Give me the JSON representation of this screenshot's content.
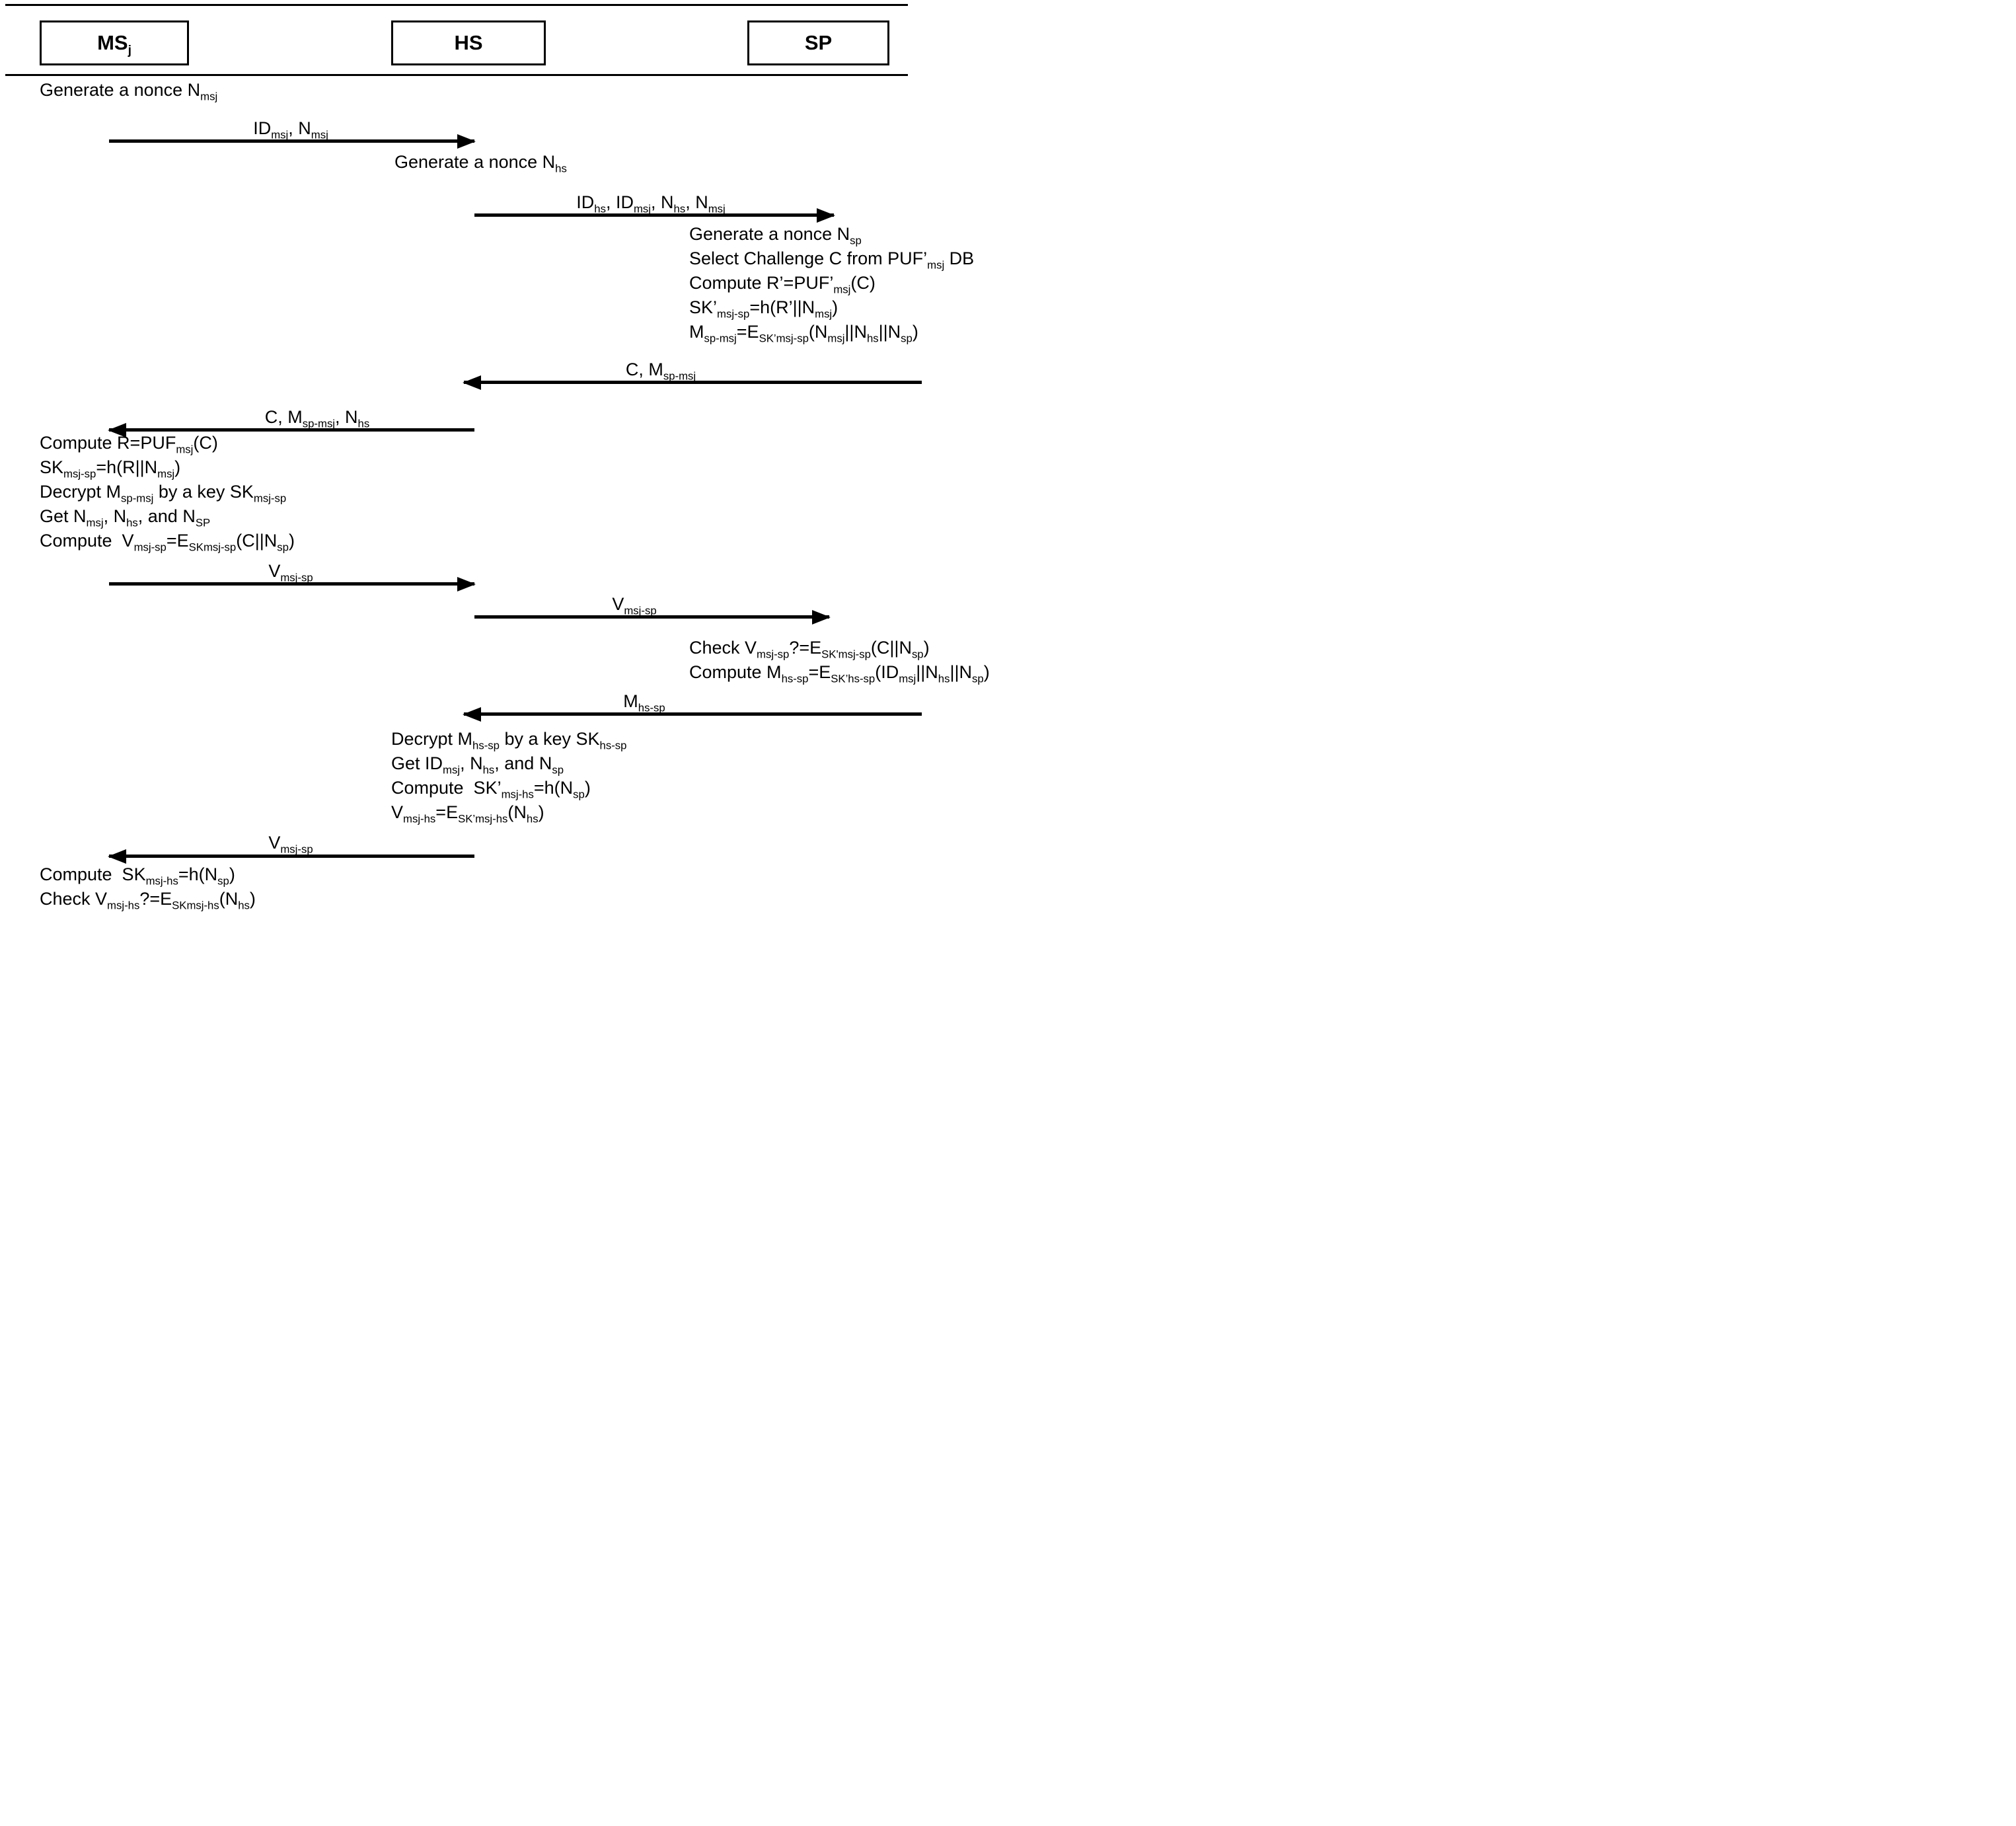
{
  "colors": {
    "ink": "#000000",
    "background": "#ffffff"
  },
  "entities": {
    "ms": {
      "label": "MS_{j}"
    },
    "hs": {
      "label": "HS"
    },
    "sp": {
      "label": "SP"
    }
  },
  "blocks": {
    "ms_nonce": {
      "actor": "MSj",
      "lines": [
        "Generate a nonce N_{msj}"
      ]
    },
    "hs_nonce": {
      "actor": "HS",
      "lines": [
        "Generate a nonce N_{hs}"
      ]
    },
    "sp_compute": {
      "actor": "SP",
      "lines": [
        "Generate a nonce N_{sp}",
        "Select Challenge C from PUF’_{msj} DB",
        "Compute R’=PUF’_{msj}(C)",
        "SK’_{msj-sp}=h(R’||N_{msj})",
        "M_{sp-msj}=E_{SK’msj-sp}(N_{msj}||N_{hs}||N_{sp})"
      ]
    },
    "ms_compute": {
      "actor": "MSj",
      "lines": [
        "Compute R=PUF_{msj}(C)",
        "SK_{msj-sp}=h(R||N_{msj})",
        "Decrypt M_{sp-msj} by a key SK_{msj-sp}",
        "Get N_{msj}, N_{hs}, and N_{SP}",
        "Compute  V_{msj-sp}=E_{SKmsj-sp}(C||N_{sp})"
      ]
    },
    "sp_check": {
      "actor": "SP",
      "lines": [
        "Check V_{msj-sp}?=E_{SK'msj-sp}(C||N_{sp})",
        "Compute M_{hs-sp}=E_{SK’hs-sp}(ID_{msj}||N_{hs}||N_{sp})"
      ]
    },
    "hs_compute": {
      "actor": "HS",
      "lines": [
        "Decrypt M_{hs-sp} by a key SK_{hs-sp}",
        "Get ID_{msj}, N_{hs}, and N_{sp}",
        "Compute  SK’_{msj-hs}=h(N_{sp})",
        "V_{msj-hs}=E_{SK’msj-hs}(N_{hs})"
      ]
    },
    "ms_final": {
      "actor": "MSj",
      "lines": [
        "Compute  SK_{msj-hs}=h(N_{sp})",
        "Check V_{msj-hs}?=E_{SKmsj-hs}(N_{hs})"
      ]
    }
  },
  "messages": [
    {
      "label": "ID_{msj}, N_{msj}",
      "from": "MSj",
      "to": "HS",
      "direction": "right"
    },
    {
      "label": "ID_{hs}, ID_{msj}, N_{hs}, N_{msj}",
      "from": "HS",
      "to": "SP",
      "direction": "right"
    },
    {
      "label": "C, M_{sp-msj}",
      "from": "SP",
      "to": "HS",
      "direction": "left"
    },
    {
      "label": "C, M_{sp-msj}, N_{hs}",
      "from": "HS",
      "to": "MSj",
      "direction": "left"
    },
    {
      "label": "V_{msj-sp}",
      "from": "MSj",
      "to": "HS",
      "direction": "right"
    },
    {
      "label": "V_{msj-sp}",
      "from": "HS",
      "to": "SP",
      "direction": "right"
    },
    {
      "label": "M_{hs-sp}",
      "from": "SP",
      "to": "HS",
      "direction": "left"
    },
    {
      "label": "V_{msj-sp}",
      "from": "HS",
      "to": "MSj",
      "direction": "left"
    }
  ]
}
